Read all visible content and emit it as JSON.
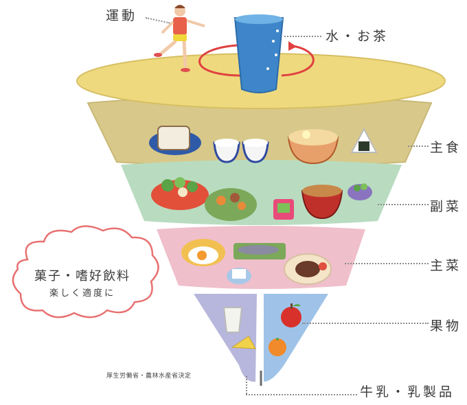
{
  "labels": {
    "exercise": "運動",
    "water_tea": "水・お茶",
    "staple": "主食",
    "side_dish": "副菜",
    "main_dish": "主菜",
    "fruit": "果物",
    "dairy": "牛乳・乳製品"
  },
  "cloud": {
    "title": "菓子・嗜好飲料",
    "subtitle": "楽しく適度に"
  },
  "credit": "厚生労働省・農林水産省決定",
  "colors": {
    "top_disc": "#efd97e",
    "staple_band": "#d8c98a",
    "side_band": "#b9dcc0",
    "main_band": "#efbfcb",
    "dairy_band": "#b7b6dc",
    "fruit_band": "#9fc3e8"
  }
}
